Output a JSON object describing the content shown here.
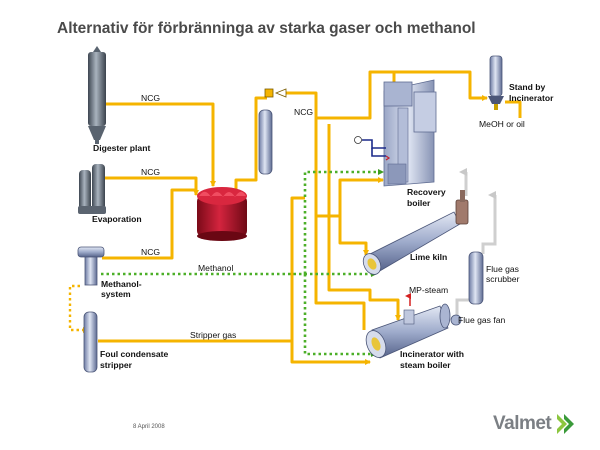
{
  "title": "Alternativ för förbränninga av starka gaser och methanol",
  "date": "8 April 2008",
  "logo": {
    "text": "Valmet",
    "colors": {
      "text": "#7b7f84",
      "mark_light": "#8cc63f",
      "mark_dark": "#3a9a3a"
    }
  },
  "colors": {
    "gas_line": "#f5b400",
    "methanol_line": "#4caf28",
    "steam_line": "#d9d9d9",
    "equipment_blue": "#b9c3dc",
    "digester_gray": "#6f7a86",
    "collection_tank": "#b3102a"
  },
  "units": {
    "digester": "Digester plant",
    "evaporation": "Evaporation",
    "methanol_system": [
      "Methanol-",
      "system"
    ],
    "foul_condensate": [
      "Foul condensate",
      "stripper"
    ],
    "recovery_boiler": [
      "Recovery",
      "boiler"
    ],
    "lime_kiln": "Lime kiln",
    "incinerator": [
      "Incinerator with",
      "steam boiler"
    ],
    "standby": [
      "Stand by",
      "Incinerator"
    ],
    "flue_gas_scrubber": [
      "Flue gas",
      "scrubber"
    ],
    "flue_gas_fan": "Flue gas fan"
  },
  "streams": {
    "ncg_digester": "NCG",
    "ncg_evaporation": "NCG",
    "ncg_methanol": "NCG",
    "ncg_ejector": "NCG",
    "methanol": "Methanol",
    "stripper_gas": "Stripper gas",
    "mp_steam": "MP-steam",
    "meoh_or_oil": "MeOH or oil"
  }
}
